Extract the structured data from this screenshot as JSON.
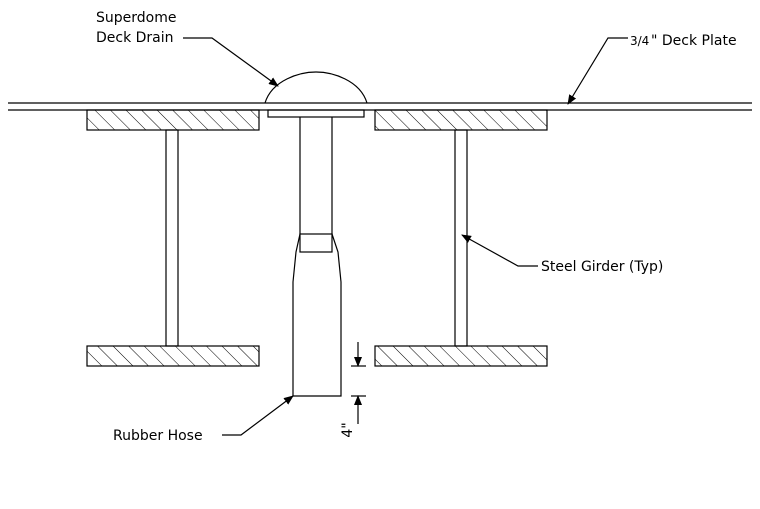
{
  "labels": {
    "drain_line1": "Superdome",
    "drain_line2": "Deck Drain",
    "deck_plate_fraction": "3/4",
    "deck_plate_text": "\" Deck Plate",
    "girder": "Steel Girder (Typ)",
    "hose": "Rubber Hose",
    "dimension": "4\""
  }
}
